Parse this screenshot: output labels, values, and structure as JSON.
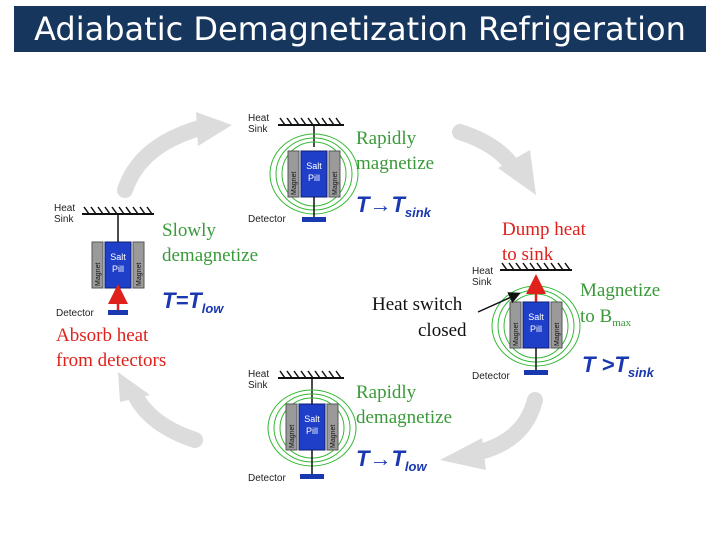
{
  "title": "Adiabatic Demagnetization Refrigeration",
  "units": {
    "top": {
      "heat_sink": [
        "Heat",
        "Sink"
      ],
      "detector": "Detector",
      "magnet": "Magnet",
      "salt_pill": [
        "Salt",
        "Pill"
      ],
      "action": [
        "Rapidly",
        "magnetize"
      ],
      "temp": {
        "main": "T→T",
        "sub": "sink"
      }
    },
    "left": {
      "heat_sink": [
        "Heat",
        "Sink"
      ],
      "detector": "Detector",
      "magnet": "Magnet",
      "salt_pill": [
        "Salt",
        "Pill"
      ],
      "action": [
        "Slowly",
        "demagnetize"
      ],
      "temp": {
        "main": "T=T",
        "sub": "low"
      },
      "note": [
        "Absorb heat",
        "from detectors"
      ]
    },
    "right": {
      "heat_sink": [
        "Heat",
        "Sink"
      ],
      "detector": "Detector",
      "magnet": "Magnet",
      "salt_pill": [
        "Salt",
        "Pill"
      ],
      "action": [
        "Magnetize",
        "to B"
      ],
      "action_sub": "max",
      "temp": {
        "main": "T >T",
        "sub": "sink"
      },
      "note": [
        "Dump heat",
        "to sink"
      ],
      "switch": [
        "Heat switch",
        "closed"
      ]
    },
    "bottom": {
      "heat_sink": [
        "Heat",
        "Sink"
      ],
      "detector": "Detector",
      "magnet": "Magnet",
      "salt_pill": [
        "Salt",
        "Pill"
      ],
      "action": [
        "Rapidly",
        "demagnetize"
      ],
      "temp": {
        "main": "T→T",
        "sub": "low"
      }
    }
  },
  "colors": {
    "title_bg": "#17365d",
    "pill": "#1f3fc8",
    "magnet": "#9a9a9a",
    "field_lines": "#35b835",
    "detector": "#1a38b0",
    "temp_text": "#1a38b0",
    "note_text": "#e0211b",
    "cycle_arrow": "#dcdcdc"
  }
}
